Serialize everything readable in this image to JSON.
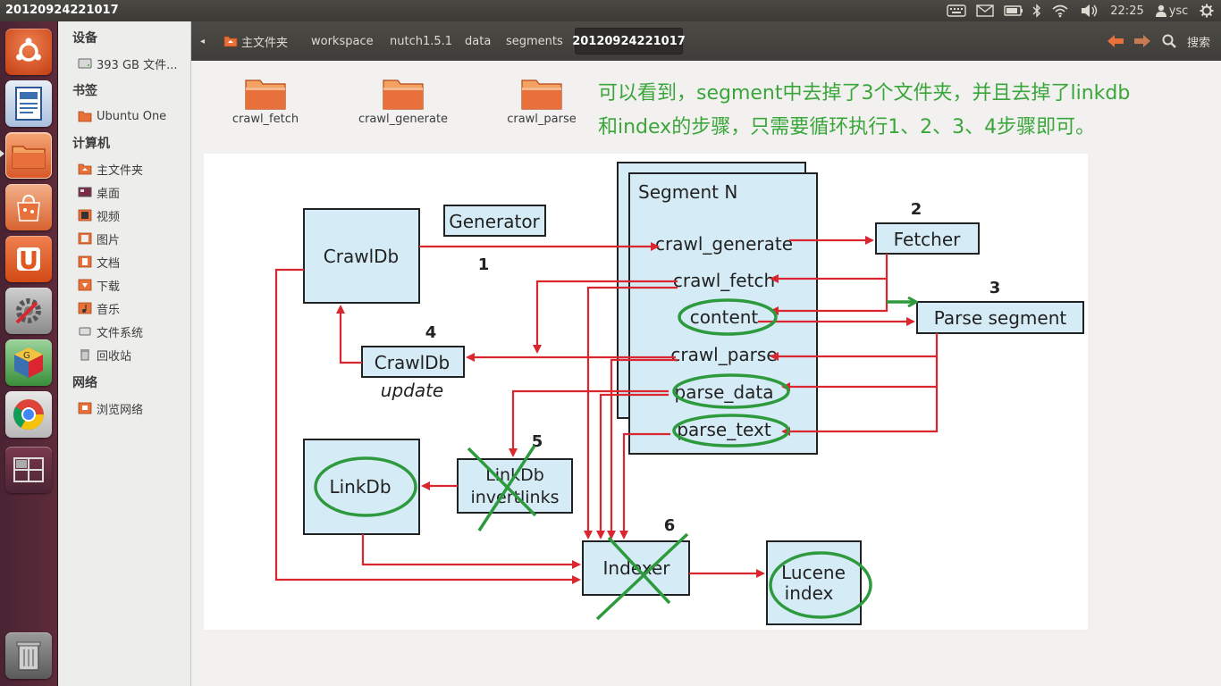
{
  "window": {
    "title": "20120924221017"
  },
  "top_panel": {
    "time": "22:25",
    "user": "ysc"
  },
  "launcher": {
    "items": [
      {
        "name": "dash-icon",
        "color": "#dd4814"
      },
      {
        "name": "libreoffice-writer-icon",
        "color": "#3a6fb0"
      },
      {
        "name": "files-icon",
        "color": "#e8703a"
      },
      {
        "name": "software-center-icon",
        "color": "#e87a3a"
      },
      {
        "name": "ubuntu-one-icon",
        "color": "#e0571f"
      },
      {
        "name": "system-settings-icon",
        "color": "#8a8a8a"
      },
      {
        "name": "gimp-icon",
        "color": "#3ca03c"
      },
      {
        "name": "chrome-icon",
        "color": "#4a89dc"
      },
      {
        "name": "workspace-switcher-icon",
        "color": "#5e2b3a"
      },
      {
        "name": "trash-icon",
        "color": "#777777"
      }
    ]
  },
  "sidebar": {
    "devices_heading": "设备",
    "devices": [
      {
        "label": "393 GB 文件..."
      }
    ],
    "bookmarks_heading": "书签",
    "bookmarks": [
      {
        "label": "Ubuntu One"
      }
    ],
    "computer_heading": "计算机",
    "computer": [
      {
        "label": "主文件夹"
      },
      {
        "label": "桌面"
      },
      {
        "label": "视频"
      },
      {
        "label": "图片"
      },
      {
        "label": "文档"
      },
      {
        "label": "下载"
      },
      {
        "label": "音乐"
      },
      {
        "label": "文件系统"
      },
      {
        "label": "回收站"
      }
    ],
    "network_heading": "网络",
    "network": [
      {
        "label": "浏览网络"
      }
    ]
  },
  "toolbar": {
    "breadcrumbs": [
      {
        "label": "主文件夹"
      },
      {
        "label": "workspace"
      },
      {
        "label": "nutch1.5.1"
      },
      {
        "label": "data"
      },
      {
        "label": "segments"
      }
    ],
    "active_crumb": "20120924221017",
    "search_label": "搜索"
  },
  "files": [
    {
      "label": "crawl_fetch"
    },
    {
      "label": "crawl_generate"
    },
    {
      "label": "crawl_parse"
    }
  ],
  "annotation": {
    "line1": "可以看到，segment中去掉了3个文件夹，并且去掉了linkdb",
    "line2": "和index的步骤，只需要循环执行1、2、3、4步骤即可。"
  },
  "diagram": {
    "segment_title": "Segment N",
    "crawldb": "CrawlDb",
    "generator": "Generator",
    "fetcher": "Fetcher",
    "parse_segment": "Parse segment",
    "crawldb_update": "CrawlDb",
    "update_label": "update",
    "linkdb": "LinkDb",
    "invertlinks_line1": "LinkDb",
    "invertlinks_line2": "invertlinks",
    "indexer": "Indexer",
    "lucene_line1": "Lucene",
    "lucene_line2": "index",
    "seg_items": {
      "crawl_generate": "crawl_generate",
      "crawl_fetch": "crawl_fetch",
      "content": "content",
      "crawl_parse": "crawl_parse",
      "parse_data": "parse_data",
      "parse_text": "parse_text"
    },
    "steps": {
      "s1": "1",
      "s2": "2",
      "s3": "3",
      "s4": "4",
      "s5": "5",
      "s6": "6"
    },
    "colors": {
      "box_fill": "#d5ecf7",
      "arrow": "#d9262f",
      "highlight": "#2e9a3e"
    }
  }
}
